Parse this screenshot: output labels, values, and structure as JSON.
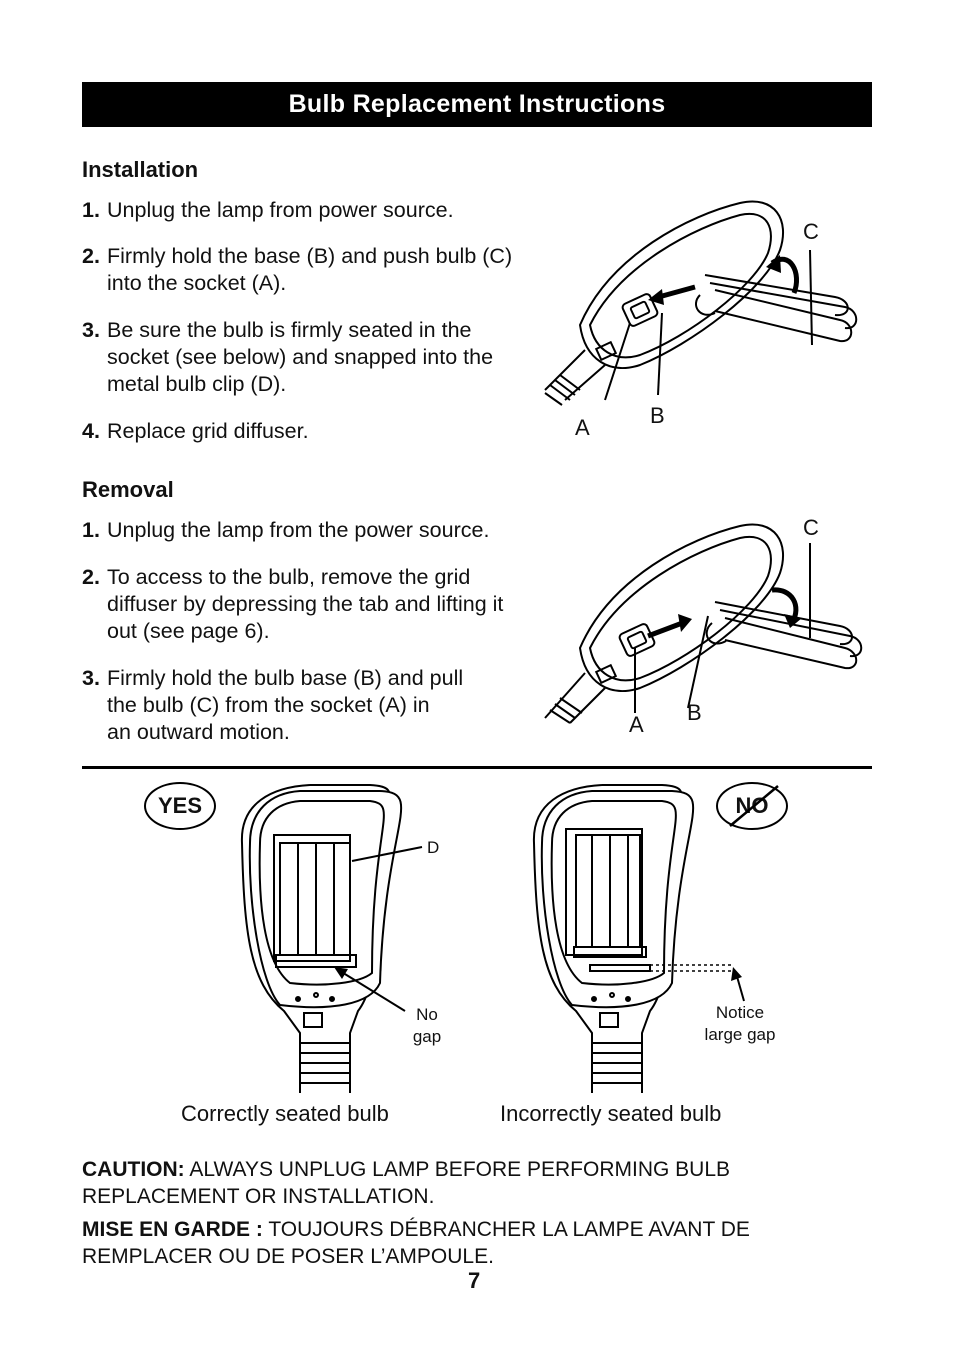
{
  "title": "Bulb Replacement Instructions",
  "installation": {
    "heading": "Installation",
    "steps": [
      {
        "num": "1.",
        "lines": [
          "Unplug the lamp from power source."
        ]
      },
      {
        "num": "2.",
        "lines": [
          "Firmly hold the base (B) and push bulb (C)",
          "into the socket (A)."
        ]
      },
      {
        "num": "3.",
        "lines": [
          "Be sure the bulb is firmly seated in the",
          "socket (see below) and snapped into the",
          "metal bulb clip (D)."
        ]
      },
      {
        "num": "4.",
        "lines": [
          "Replace grid diffuser."
        ]
      }
    ],
    "figure_labels": {
      "a": "A",
      "b": "B",
      "c": "C"
    }
  },
  "removal": {
    "heading": "Removal",
    "steps": [
      {
        "num": "1.",
        "lines": [
          "Unplug the lamp from the power source."
        ]
      },
      {
        "num": "2.",
        "lines": [
          "To access to the bulb, remove the grid",
          "diffuser by depressing the tab and lifting it",
          "out (see page 6)."
        ]
      },
      {
        "num": "3.",
        "lines": [
          "Firmly hold the bulb base (B) and pull",
          "the bulb (C) from the socket (A) in",
          "an outward motion."
        ]
      }
    ],
    "figure_labels": {
      "a": "A",
      "b": "B",
      "c": "C"
    }
  },
  "comparison": {
    "yes": {
      "badge": "YES",
      "clip_label": "D",
      "gap_label": [
        "No",
        "gap"
      ],
      "caption": "Correctly seated bulb"
    },
    "no": {
      "badge": "NO",
      "gap_label": [
        "Notice",
        "large gap"
      ],
      "caption": "Incorrectly seated bulb"
    }
  },
  "caution": {
    "en_label": "CAUTION:",
    "en_lines": [
      "ALWAYS UNPLUG LAMP BEFORE PERFORMING BULB",
      "REPLACEMENT OR INSTALLATION."
    ],
    "fr_label": "MISE EN GARDE :",
    "fr_lines": [
      "TOUJOURS DÉBRANCHER LA LAMPE AVANT DE",
      "REMPLACER OU DE POSER L’AMPOULE."
    ]
  },
  "page_number": "7"
}
